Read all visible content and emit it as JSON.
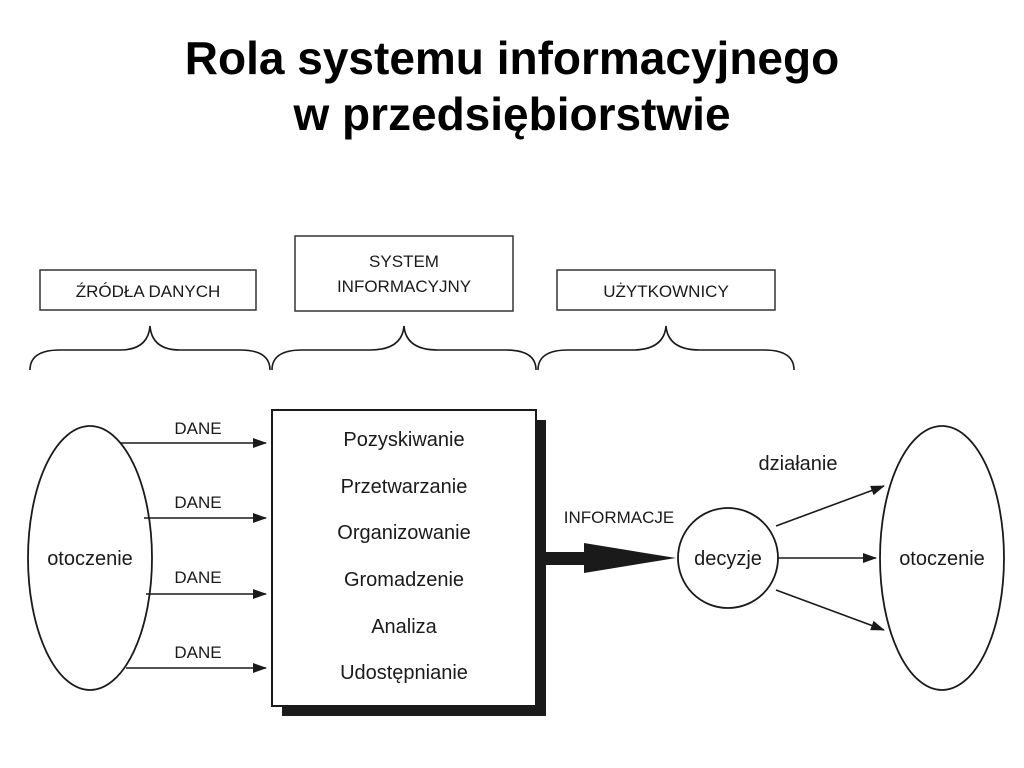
{
  "title": {
    "line1": "Rola systemu informacyjnego",
    "line2": "w przedsiębiorstwie"
  },
  "groups": {
    "sources": "ŹRÓDŁA DANYCH",
    "system_line1": "SYSTEM",
    "system_line2": "INFORMACYJNY",
    "users": "UŻYTKOWNICY"
  },
  "left_environment": "otoczenie",
  "data_arrows": [
    "DANE",
    "DANE",
    "DANE",
    "DANE"
  ],
  "processes": [
    "Pozyskiwanie",
    "Przetwarzanie",
    "Organizowanie",
    "Gromadzenie",
    "Analiza",
    "Udostępnianie"
  ],
  "output_label": "INFORMACJE",
  "decision": "decyzje",
  "action_label": "działanie",
  "right_environment": "otoczenie"
}
